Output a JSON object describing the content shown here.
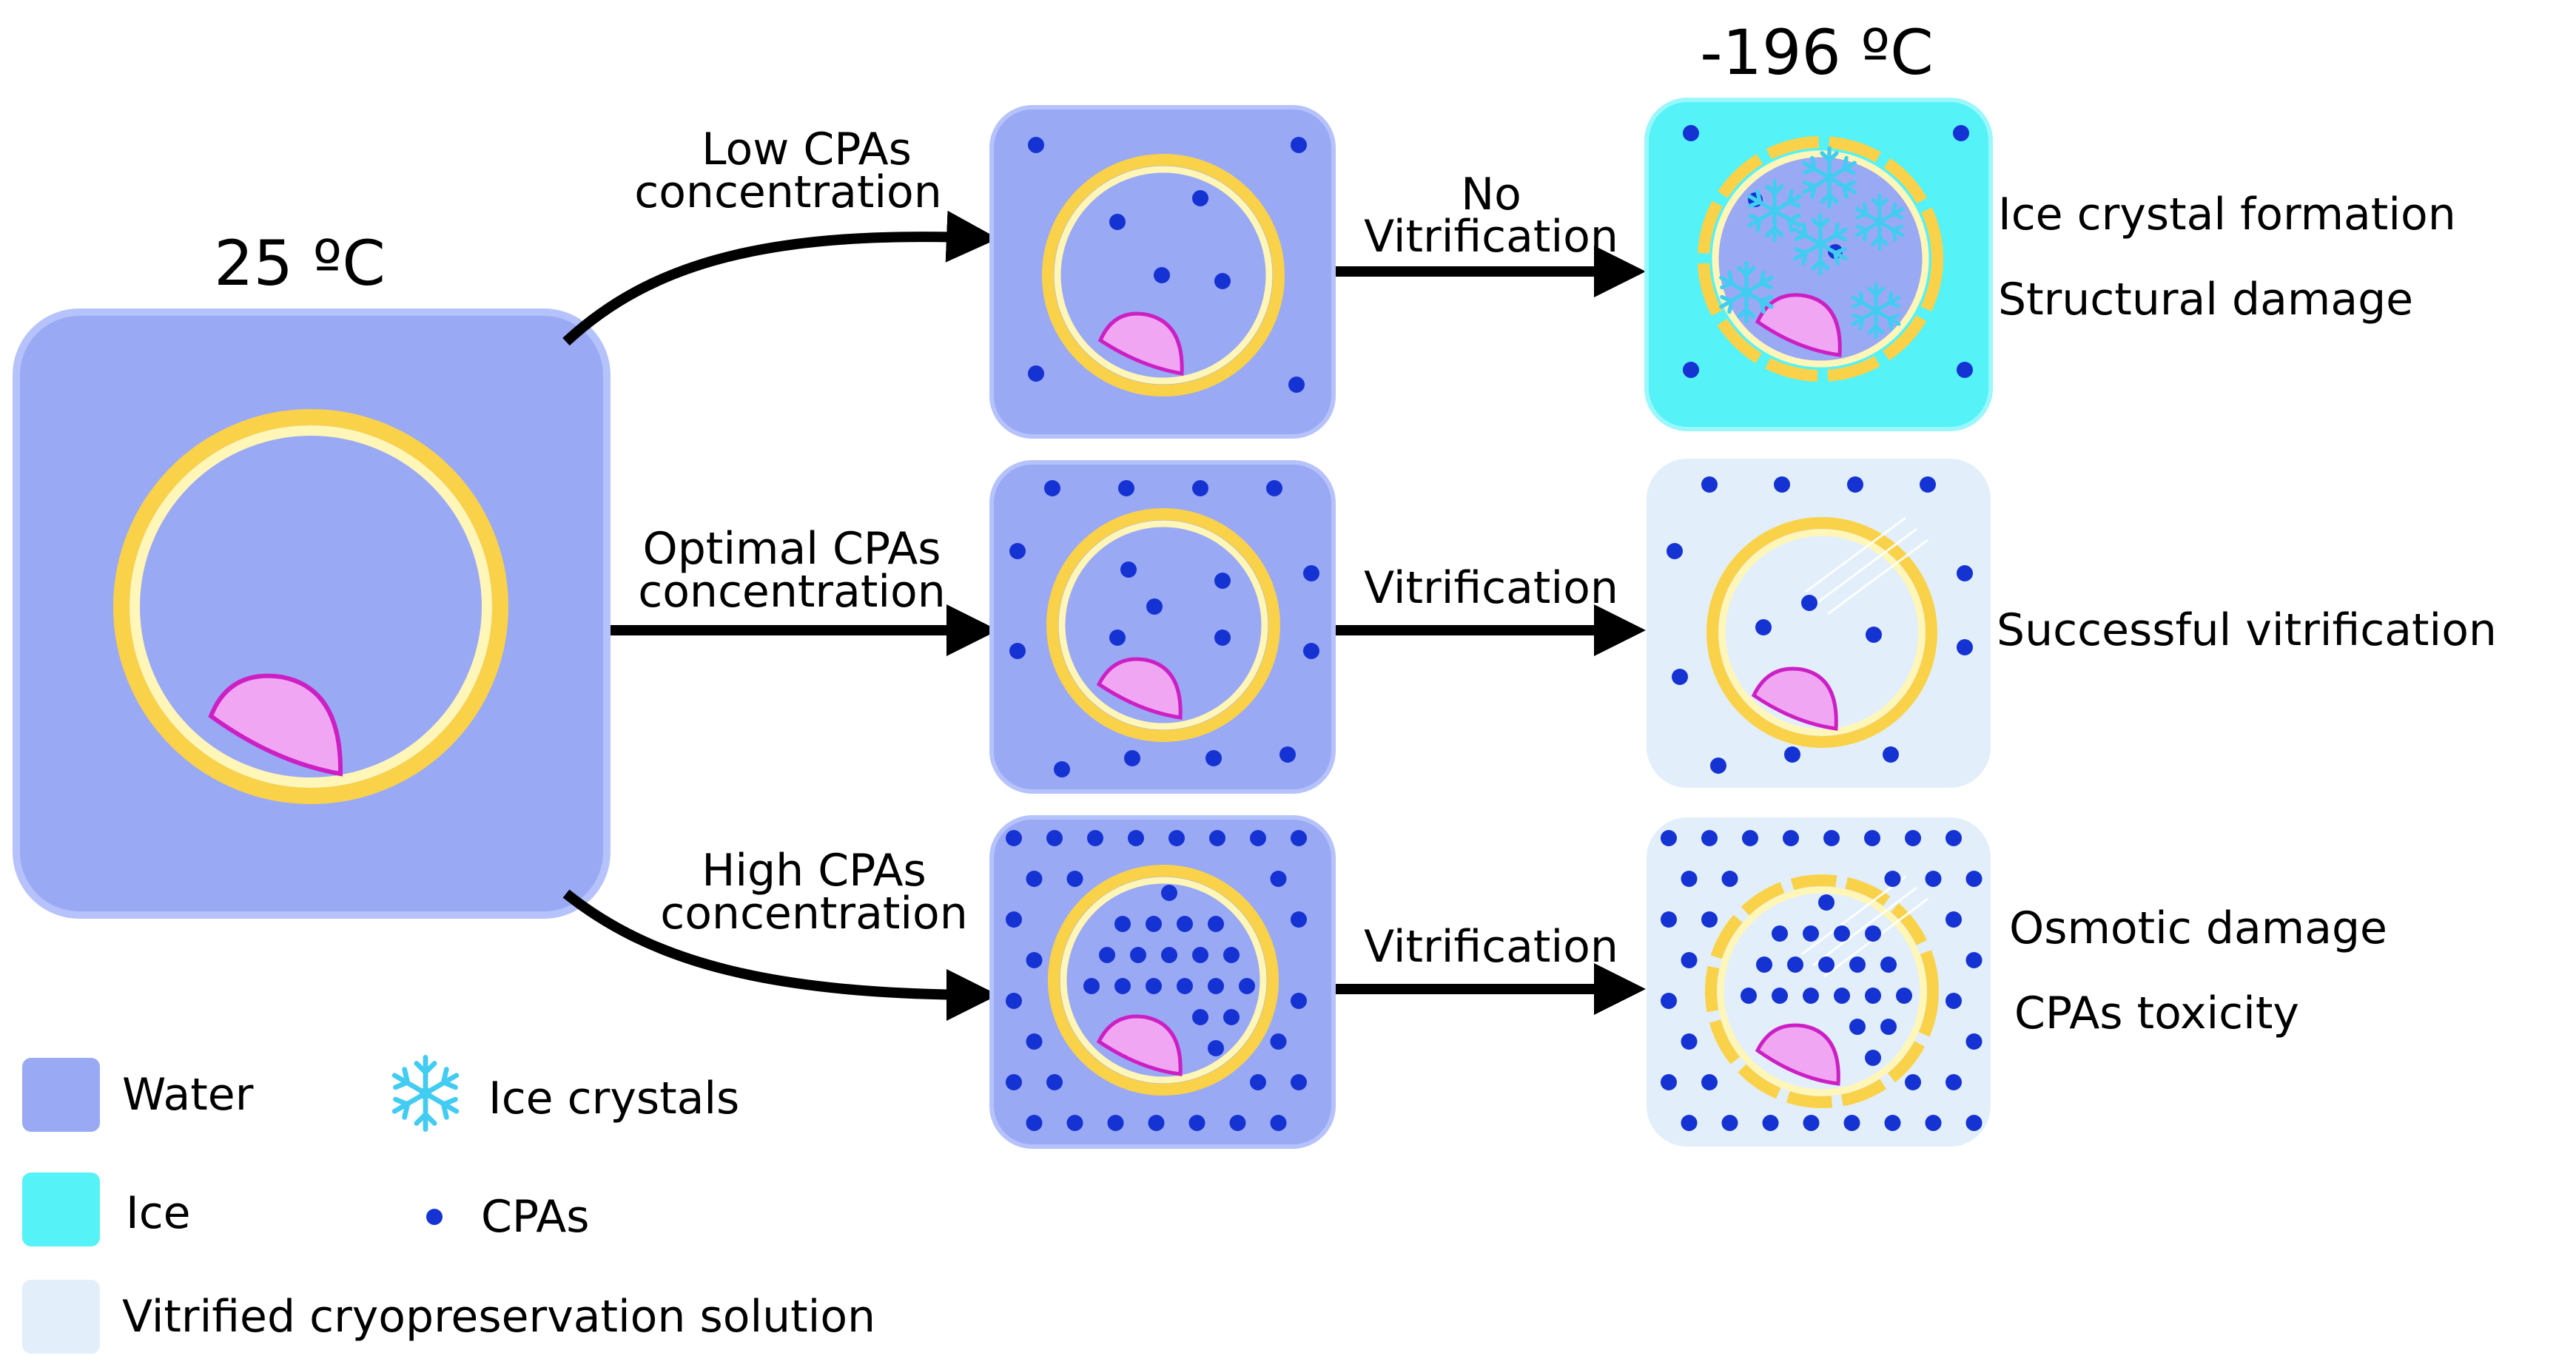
{
  "colors": {
    "water": "#9aa9f4",
    "water_border": "#b6c2fb",
    "ice": "#55f2f8",
    "vitrified": "#e2effa",
    "membrane": "#f9d249",
    "membrane_inner": "#fff6b8",
    "nucleus_fill": "#f0a6f3",
    "nucleus_stroke": "#cc1fc4",
    "cpa": "#1532d3",
    "ice_crystal": "#43ccf2",
    "arrow": "#000000"
  },
  "labels": {
    "temp_start": "25 ºC",
    "temp_end": "-196 ºC",
    "low_cpa_line1": "Low CPAs",
    "low_cpa_line2": "concentration",
    "optimal_cpa_line1": "Optimal CPAs",
    "optimal_cpa_line2": "concentration",
    "high_cpa_line1": "High CPAs",
    "high_cpa_line2": "concentration",
    "no_vitrification_line1": "No",
    "no_vitrification_line2": "Vitrification",
    "vitrification_mid": "Vitrification",
    "vitrification_bottom": "Vitrification",
    "outcome_ice_crystal": "Ice crystal formation",
    "outcome_structural": "Structural damage",
    "outcome_success": "Successful vitrification",
    "outcome_osmotic": "Osmotic damage",
    "outcome_toxicity": "CPAs toxicity"
  },
  "legend": {
    "water": "Water",
    "ice": "Ice",
    "vitrified": "Vitrified cryopreservation solution",
    "ice_crystals": "Ice crystals",
    "cpas": "CPAs"
  }
}
